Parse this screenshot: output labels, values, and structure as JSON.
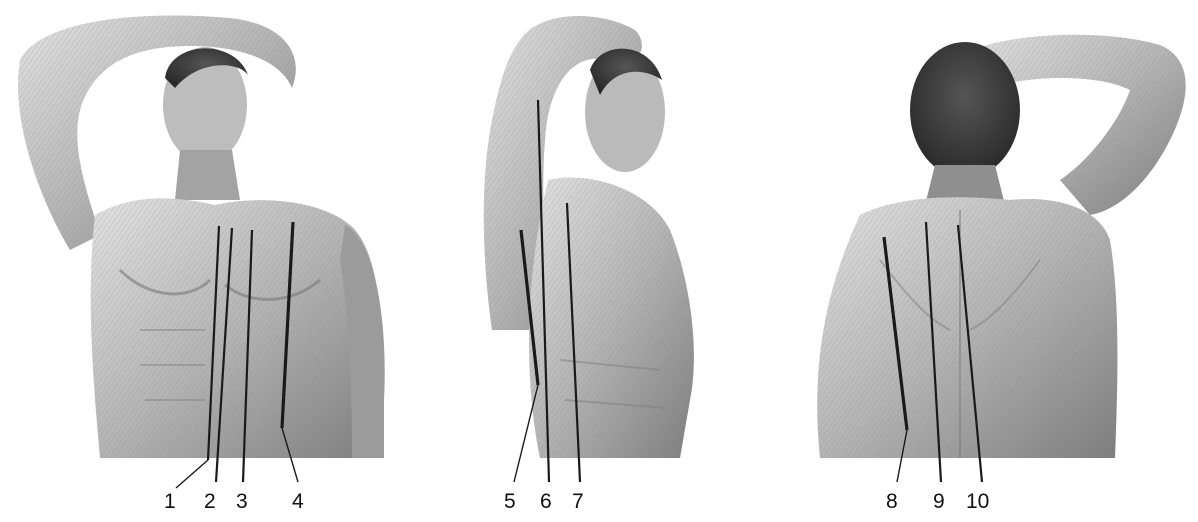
{
  "figure": {
    "panels": [
      {
        "id": "front",
        "view": "front",
        "labels": [
          "1",
          "2",
          "3",
          "4"
        ]
      },
      {
        "id": "side",
        "view": "lateral",
        "labels": [
          "5",
          "6",
          "7"
        ]
      },
      {
        "id": "back",
        "view": "back",
        "labels": [
          "8",
          "9",
          "10"
        ]
      }
    ]
  },
  "palette": {
    "skin_light": "#d9d9d9",
    "skin_mid": "#a9a9a9",
    "skin_dark": "#6f6f6f",
    "line": "#1a1a1a"
  }
}
